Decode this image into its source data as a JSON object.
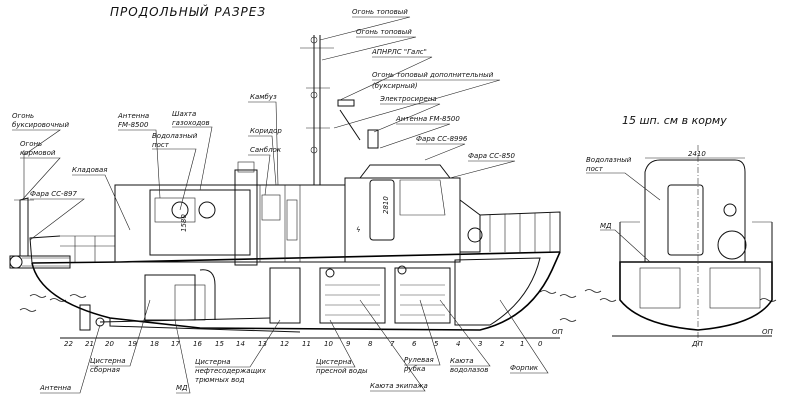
{
  "titles": {
    "main": "ПРОДОЛЬНЫЙ РАЗРЕЗ",
    "section": "15 шп. см в корму"
  },
  "labels": {
    "top_light": "Огонь топовый",
    "masthead_light": "Огонь топовый",
    "arpa": "АПНРЛС \"Галс\"",
    "extra_masthead": "Огонь топовый дополнительный",
    "extra_masthead_2": "(буксирный)",
    "siren": "Электросирена",
    "antenna_fm_8500_right": "Антенна FM-8500",
    "searchlight_ss_8996": "Фара СС-8996",
    "searchlight_ss_850": "Фара СС-850",
    "galley": "Камбуз",
    "corridor": "Коридор",
    "wc": "Санблок",
    "antenna_fm_8500_left": "Антенна",
    "antenna_fm_8500_left_2": "FM-8500",
    "gas_shaft": "Шахта",
    "gas_shaft_2": "газоходов",
    "diver_post": "Водолазный",
    "diver_post_2": "пост",
    "storeroom": "Кладовая",
    "tow_light": "Огонь",
    "tow_light_2": "буксировочный",
    "stern_light": "Огонь",
    "stern_light_2": "кормовой",
    "searchlight_ss_897": "Фара СС-897",
    "bottom_anchor": "Антенна",
    "collect_tank": "Цистерна",
    "collect_tank_2": "сборная",
    "md": "МД",
    "oily_water_tank": "Цистерна",
    "oily_water_tank_2": "нефтесодержащих",
    "oily_water_tank_3": "трюмных вод",
    "fresh_water_tank": "Цистерна",
    "fresh_water_tank_2": "пресной воды",
    "crew_cabin": "Каюта экипажа",
    "wheelhouse": "Рулевая",
    "wheelhouse_2": "рубка",
    "diver_cabin": "Каюта",
    "diver_cabin_2": "водолазов",
    "forepeak": "Форпик",
    "op_left": "ОП",
    "op_right": "ОП",
    "dp_right": "ДП",
    "section_diver_post": "Водолазный",
    "section_diver_post_2": "пост",
    "section_md": "МД",
    "section_width": "2410",
    "dim_1580": "1580",
    "dim_2810": "2810"
  },
  "frames": [
    "22",
    "21",
    "20",
    "19",
    "18",
    "17",
    "16",
    "15",
    "14",
    "13",
    "12",
    "11",
    "10",
    "9",
    "8",
    "7",
    "6",
    "5",
    "4",
    "3",
    "2",
    "1",
    "0"
  ]
}
